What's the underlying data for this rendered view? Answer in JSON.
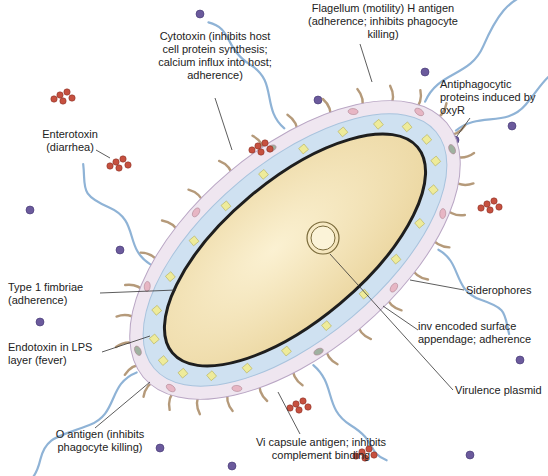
{
  "diagram": {
    "labels": [
      "Flagellum (motility) H antigen (adherence; inhibits phagocyte killing)",
      "Cytotoxin (inhibits host cell protein synthesis; calcium influx into host; adherence)",
      "Enterotoxin (diarrhea)",
      "Antiphagocytic proteins induced by oxyR",
      "Type 1 fimbriae (adherence)",
      "Siderophores",
      "Endotoxin in LPS layer (fever)",
      "inv encoded surface appendage; adherence",
      "Virulence plasmid",
      "O antigen (inhibits phagocyte killing)",
      "Vi capsule antigen; inhibits complement binding"
    ]
  }
}
